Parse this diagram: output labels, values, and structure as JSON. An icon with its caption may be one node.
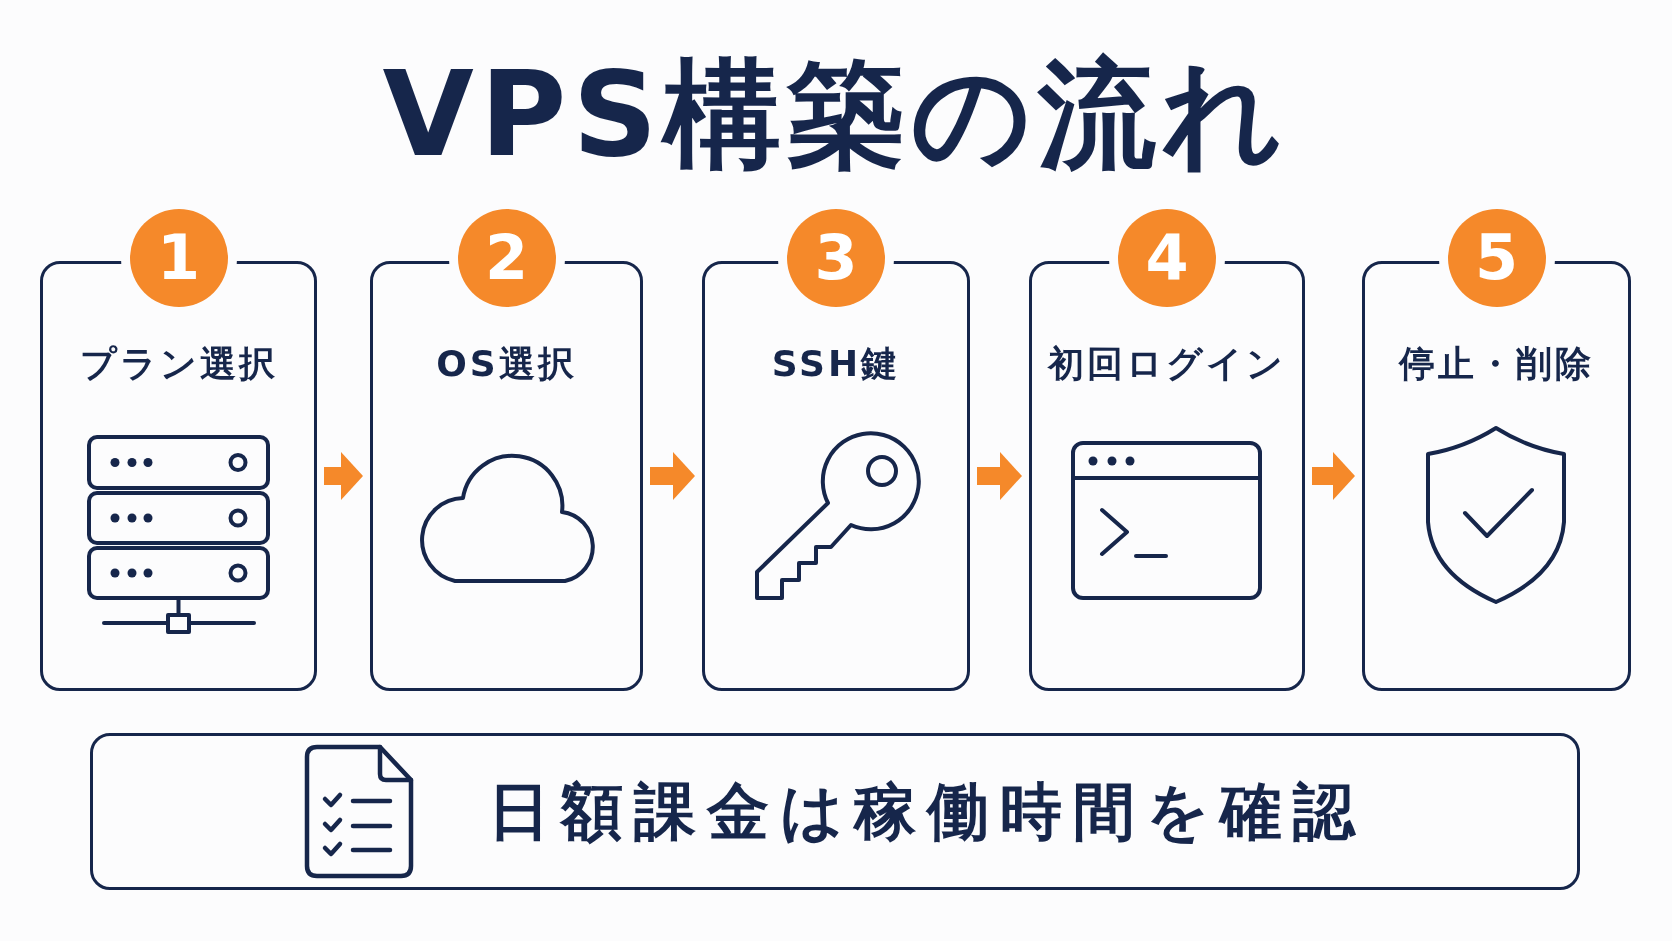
{
  "diagram": {
    "title": "VPS構築の流れ",
    "nodes": [
      {
        "text": [
          "1"
        ]
      },
      {
        "text": [
          "プラン選択"
        ]
      },
      {
        "text": [
          "2"
        ]
      },
      {
        "text": [
          "OS選択"
        ]
      },
      {
        "text": [
          "3"
        ]
      },
      {
        "text": [
          "SSH鍵"
        ]
      },
      {
        "text": [
          "4"
        ]
      },
      {
        "text": [
          "初回ログイン"
        ]
      },
      {
        "text": [
          "5"
        ]
      },
      {
        "text": [
          "停止・削除"
        ]
      },
      {
        "text": [
          "日額課金は稼働時間を確認"
        ]
      }
    ],
    "edges": [
      {
        "from": 1,
        "to": 3,
        "arrow": "to"
      },
      {
        "from": 3,
        "to": 5,
        "arrow": "to"
      },
      {
        "from": 5,
        "to": 7,
        "arrow": "to"
      },
      {
        "from": 7,
        "to": 9,
        "arrow": "to"
      }
    ]
  }
}
